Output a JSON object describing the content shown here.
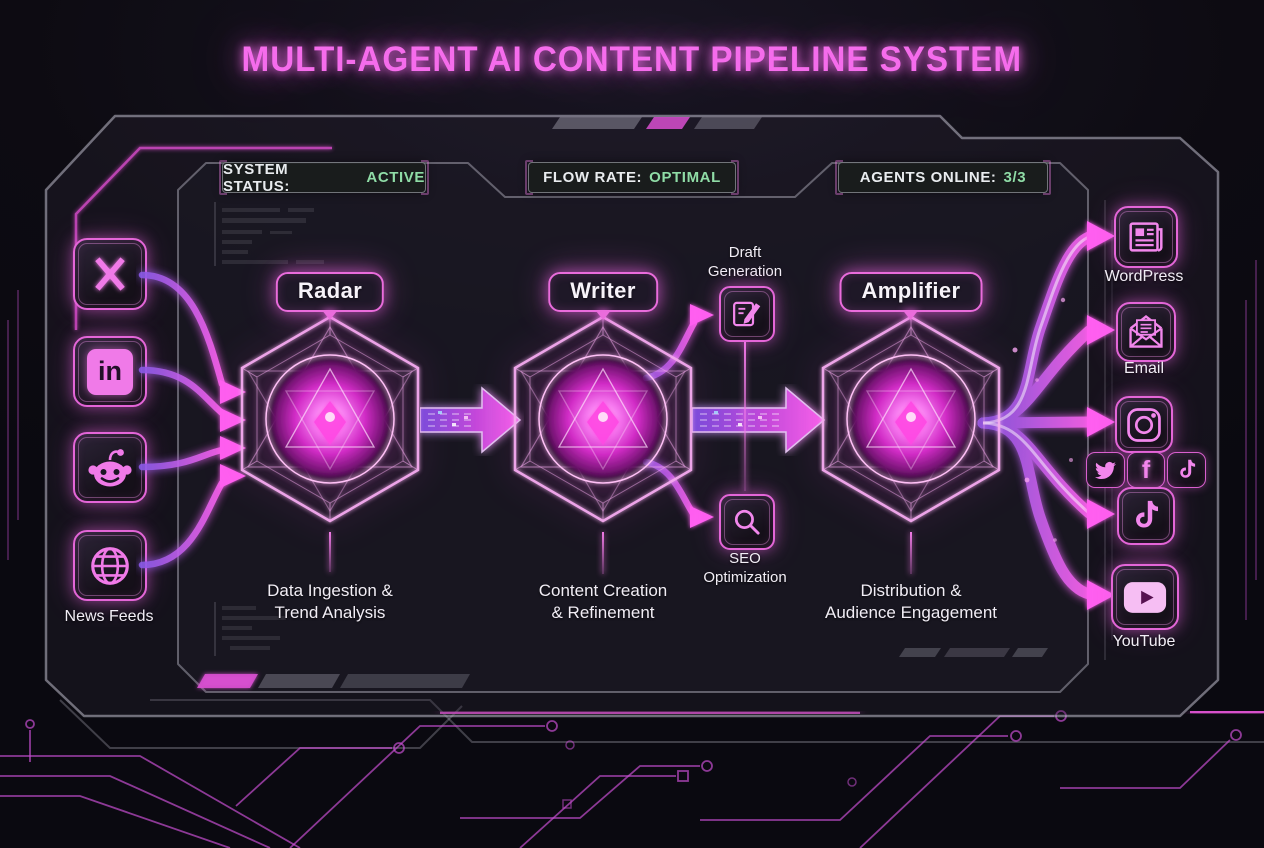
{
  "title": "MULTI-AGENT AI CONTENT PIPELINE SYSTEM",
  "status": {
    "system": {
      "label": "SYSTEM STATUS:",
      "value": "ACTIVE"
    },
    "flow": {
      "label": "FLOW RATE:",
      "value": "OPTIMAL"
    },
    "agents_online": {
      "label": "AGENTS ONLINE:",
      "value": "3/3"
    }
  },
  "sources": {
    "caption": "News Feeds",
    "items": [
      {
        "icon": "x-twitter-icon"
      },
      {
        "icon": "linkedin-icon",
        "glyph": "in"
      },
      {
        "icon": "reddit-icon"
      },
      {
        "icon": "globe-news-icon"
      }
    ]
  },
  "agents": [
    {
      "name": "Radar",
      "caption_line1": "Data Ingestion &",
      "caption_line2": "Trend Analysis"
    },
    {
      "name": "Writer",
      "caption_line1": "Content Creation",
      "caption_line2": "& Refinement"
    },
    {
      "name": "Amplifier",
      "caption_line1": "Distribution &",
      "caption_line2": "Audience Engagement"
    }
  ],
  "writer_steps": {
    "draft": {
      "line1": "Draft",
      "line2": "Generation",
      "icon": "compose-note-icon"
    },
    "seo": {
      "line1": "SEO",
      "line2": "Optimization",
      "icon": "magnifier-icon"
    }
  },
  "outputs": {
    "wordpress": {
      "label": "WordPress",
      "icon": "newspaper-icon"
    },
    "email": {
      "label": "Email",
      "icon": "open-envelope-icon"
    },
    "instagram": {
      "icon": "instagram-icon"
    },
    "tiktok": {
      "icon": "tiktok-icon"
    },
    "youtube": {
      "label": "YouTube",
      "icon": "youtube-play-icon"
    },
    "mini": [
      {
        "icon": "twitter-bird-icon"
      },
      {
        "icon": "facebook-icon",
        "glyph": "f"
      },
      {
        "icon": "tiktok-mini-icon"
      }
    ]
  },
  "colors": {
    "neon_magenta": "#f05ae8",
    "neon_soft": "#f287ec",
    "status_green": "#8fdca6",
    "frame_gray": "#9a97a8",
    "text": "#f2eef6",
    "background": "#0d0b12"
  }
}
